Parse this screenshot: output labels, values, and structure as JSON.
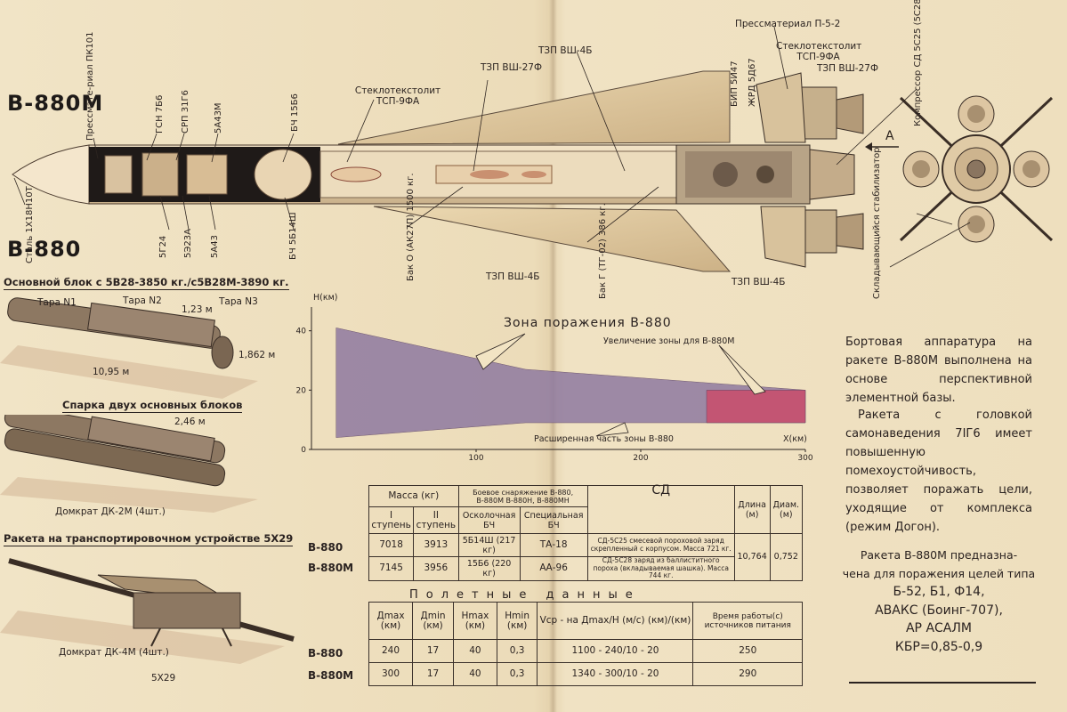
{
  "header": {
    "model_main": "В-880М",
    "model_secondary": "В-880"
  },
  "missile_labels": {
    "press_material_tip": "Прессмате-риал ПК101",
    "steel_tip": "Сталь 1Х18Н10Т",
    "gsn": "ГСН 7Б6",
    "srp": "СРП 31Г6",
    "block_5a43m": "5А43М",
    "warhead": "БЧ 15Б6",
    "g24": "5Г24",
    "e23a": "5Э23А",
    "a43": "5А43",
    "warhead2": "БЧ 5Б14Ш",
    "fiberglass_front": "Стеклотекстолит ТСП-9ФА",
    "tzp_27f": "ТЗП ВШ-27Ф",
    "tzp_4b_top": "ТЗП ВШ-4Б",
    "press_material_p52": "Прессматериал П-5-2",
    "fiberglass_rear": "Стеклотекстолит ТСП-9ФА",
    "tzp_27f_rear": "ТЗП ВШ-27Ф",
    "bip": "БИП 5И47",
    "zhrd": "ЖРД 5Д67",
    "compressor": "Компрессор СД 5С25 (5С28)",
    "arrow_a": "А",
    "tank_o": "Бак О (АК27П) 1500 кг.",
    "tank_g": "Бак Г (ТГ-02) 386 кг.",
    "tzp_4b_bottom": "ТЗП ВШ-4Б",
    "tzp_4b_bottom_right": "ТЗП ВШ-4Б",
    "stabilizer": "Складывающийся стабилизатор"
  },
  "left_panel": {
    "main_block_title": "Основной блок с 5В28-3850 кг./с5В28М-3890 кг.",
    "tara1": "Тара N1",
    "tara2": "Тара N2",
    "tara3": "Тара N3",
    "dim_123": "1,23 м",
    "dim_1862": "1,862 м",
    "dim_1095": "10,95 м",
    "pair_title": "Спарка двух основных блоков",
    "dim_246": "2,46 м",
    "jack_dk2m": "Домкрат ДК-2М (4шт.)",
    "transport_title": "Ракета на транспортировочном устройстве 5Х29",
    "jack_dk4m": "Домкрат ДК-4М (4шт.)",
    "transport_5x29": "5Х29"
  },
  "zone_chart": {
    "title": "Зона поражения В-880",
    "increase_label": "Увеличение зоны для В-880М",
    "extended_label": "Расширенная часть зоны В-880",
    "ylabel": "Н(км)",
    "xlabel": "Х(км)",
    "y_ticks": [
      "40",
      "20",
      "0"
    ],
    "x_ticks": [
      "100",
      "200",
      "300"
    ]
  },
  "chart_data": {
    "type": "area",
    "xlabel": "Х(км)",
    "ylabel": "Н(км)",
    "xlim": [
      0,
      300
    ],
    "ylim": [
      0,
      45
    ],
    "series": [
      {
        "polygon": [
          [
            15,
            41
          ],
          [
            130,
            27
          ],
          [
            300,
            20
          ],
          [
            300,
            9
          ],
          [
            130,
            9
          ],
          [
            15,
            4
          ]
        ]
      },
      {
        "polygon": [
          [
            240,
            20
          ],
          [
            300,
            20
          ],
          [
            300,
            9
          ],
          [
            240,
            9
          ]
        ]
      }
    ]
  },
  "info_text": {
    "para1": "Бортовая аппаратура на ракете В-880М выполнена на основе перспективной элементной базы.",
    "para2": "Ракета с головкой самонаведения 7ІГ6 имеет повышенную помехоустойчивость, позволяет поражать цели, уходящие от комплекса (режим Догон).",
    "para3_line1": "Ракета В-880М предназна-",
    "para3_line2": "чена для поражения целей типа",
    "para3_line3": "Б-52, Б1, Ф14,",
    "para3_line4": "АВАКС (Боинг-707),",
    "para3_line5": "АР АСАЛМ",
    "para3_line6": "КБР=0,85-0,9"
  },
  "table_mass": {
    "h_mass": "Масса (кг)",
    "h_stage1": "I ступень",
    "h_stage2": "II ступень",
    "h_combat": "Боевое снаряжение В-880, В-880М В-880Н, В-880МН",
    "h_frag": "Осколочная БЧ",
    "h_special": "Специальная БЧ",
    "h_sd": "СД",
    "h_length": "Длина (м)",
    "h_diam": "Диам. (м)",
    "rows": [
      {
        "label": "В-880",
        "s1": "7018",
        "s2": "3913",
        "frag": "5Б14Ш (217 кг)",
        "special": "ТА-18",
        "sd": "СД-5С25 смесевой пороховой заряд скрепленный с корпусом. Масса 721 кг.",
        "length": "10,764",
        "diam": "0,752"
      },
      {
        "label": "В-880М",
        "s1": "7145",
        "s2": "3956",
        "frag": "15Б6 (220 кг)",
        "special": "АА-96",
        "sd": "СД-5С28 заряд из баллиститного пороха (вкладываемая шашка). Масса 744 кг.",
        "length": "",
        "diam": ""
      }
    ]
  },
  "table_flight": {
    "title": "Полетные данные",
    "h_dmax": "Дmax (км)",
    "h_dmin": "Дmin (км)",
    "h_hmax": "Нmax (км)",
    "h_hmin": "Нmin (км)",
    "h_vcp": "Vср - на Дmax/Н (м/с) (км)/(км)",
    "h_time": "Время работы(с) источников питания",
    "rows": [
      {
        "label": "В-880",
        "dmax": "240",
        "dmin": "17",
        "hmax": "40",
        "hmin": "0,3",
        "vcp": "1100 - 240/10 - 20",
        "time": "250"
      },
      {
        "label": "В-880М",
        "dmax": "300",
        "dmin": "17",
        "hmax": "40",
        "hmin": "0,3",
        "vcp": "1340 - 300/10 - 20",
        "time": "290"
      }
    ]
  },
  "colors": {
    "paper": "#efe2c4",
    "zone_base": "#8f7aa0",
    "zone_extended": "#c8506e",
    "missile_body": "#e6d2b0",
    "wing": "#e0c79e"
  }
}
